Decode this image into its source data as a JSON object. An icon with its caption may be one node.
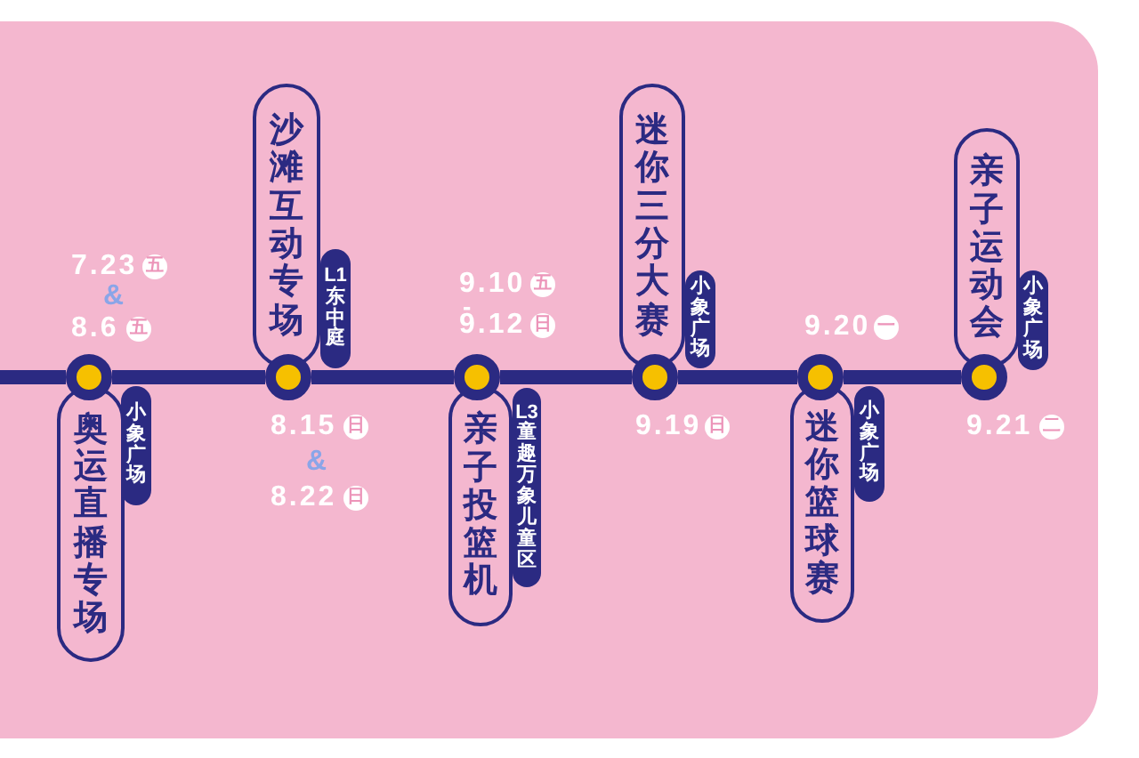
{
  "diagram": {
    "nodes": [
      {
        "text": [],
        "shape": "circle"
      },
      {
        "text": [
          "奥运直播专场"
        ],
        "beside": [
          "7.23",
          "五",
          "&",
          "8.6",
          "五"
        ]
      },
      {
        "text": [
          "小象广场"
        ]
      },
      {
        "text": [],
        "shape": "circle"
      },
      {
        "text": [
          "沙滩互动专场"
        ],
        "beside": [
          "8.15",
          "日",
          "&",
          "8.22",
          "日"
        ]
      },
      {
        "text": [
          "L1东中庭"
        ]
      },
      {
        "text": [],
        "shape": "circle"
      },
      {
        "text": [
          "亲子投篮机"
        ],
        "beside": [
          "9.10",
          "五",
          "-",
          "9.12",
          "日"
        ]
      },
      {
        "text": [
          "L3童趣万象儿童区"
        ]
      },
      {
        "text": [],
        "shape": "circle"
      },
      {
        "text": [
          "迷你三分大赛"
        ],
        "beside": [
          "9.19",
          "日"
        ]
      },
      {
        "text": [
          "小象广场"
        ]
      },
      {
        "text": [],
        "shape": "circle"
      },
      {
        "text": [
          "迷你篮球赛"
        ],
        "beside": [
          "9.20",
          "一"
        ]
      },
      {
        "text": [
          "小象广场"
        ]
      },
      {
        "text": [],
        "shape": "circle"
      },
      {
        "text": [
          "亲子运动会"
        ],
        "beside": [
          "9.21",
          "二"
        ]
      },
      {
        "text": [
          "小象广场"
        ]
      }
    ],
    "edges": [
      {
        "from": null,
        "to": 0,
        "arrow": "none"
      },
      {
        "from": 0,
        "to": 3,
        "arrow": "none"
      },
      {
        "from": 3,
        "to": 6,
        "arrow": "none"
      },
      {
        "from": 6,
        "to": 9,
        "arrow": "none"
      },
      {
        "from": 9,
        "to": 12,
        "arrow": "none"
      },
      {
        "from": 12,
        "to": 15,
        "arrow": "none"
      }
    ]
  }
}
